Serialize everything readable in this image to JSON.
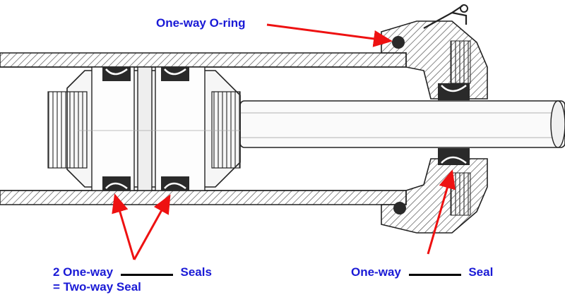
{
  "labels": {
    "oring": "One-way  O-ring",
    "two_way_prefix": "2 One-way",
    "two_way_suffix": "Seals",
    "two_way_equals": "= Two-way  Seal",
    "one_way_prefix": "One-way",
    "one_way_suffix": "Seal"
  },
  "colors": {
    "label_text": "#1a1ad6",
    "arrow": "#ee1111",
    "outline": "#222222",
    "hatch": "#555555",
    "seal": "#2a2a2a"
  }
}
